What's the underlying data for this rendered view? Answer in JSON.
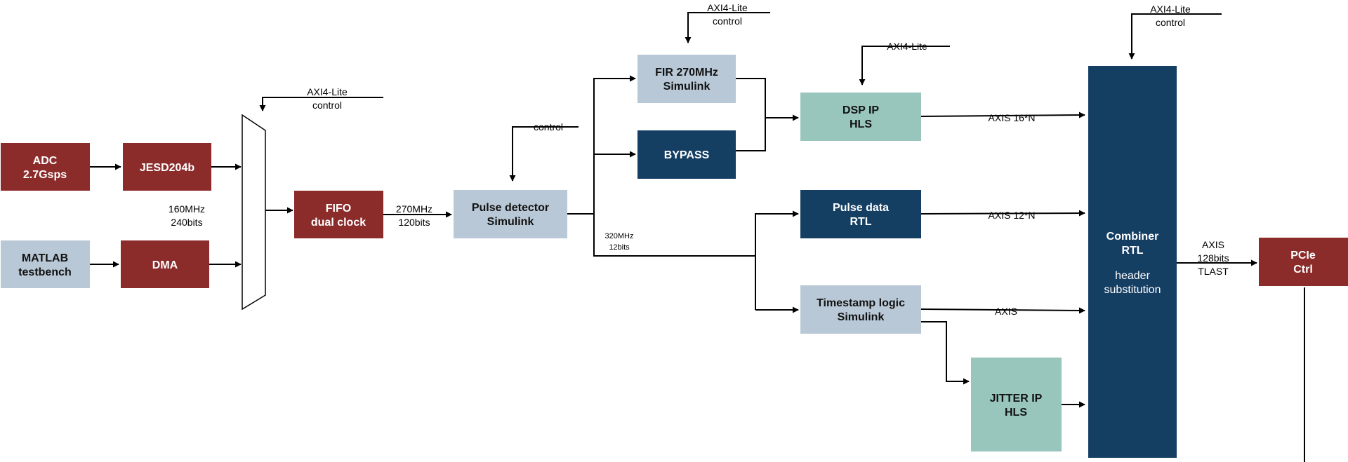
{
  "colors": {
    "red": "#8b2c2b",
    "navy": "#153e63",
    "gray": "#b9c8d6",
    "teal": "#98c6bd",
    "line": "#000000",
    "white": "#ffffff"
  },
  "blocks": {
    "adc": {
      "line1": "ADC",
      "line2": "2.7Gsps"
    },
    "jesd": {
      "line1": "JESD204b"
    },
    "matlab": {
      "line1": "MATLAB",
      "line2": "testbench"
    },
    "dma": {
      "line1": "DMA"
    },
    "fifo": {
      "line1": "FIFO",
      "line2": "dual clock"
    },
    "pulse_detector": {
      "line1": "Pulse detector",
      "line2": "Simulink"
    },
    "fir": {
      "line1": "FIR 270MHz",
      "line2": "Simulink"
    },
    "bypass": {
      "line1": "BYPASS"
    },
    "dsp_ip": {
      "line1": "DSP IP",
      "line2": "HLS"
    },
    "pulse_data": {
      "line1": "Pulse data",
      "line2": "RTL"
    },
    "timestamp": {
      "line1": "Timestamp logic",
      "line2": "Simulink"
    },
    "jitter": {
      "line1": "JITTER IP",
      "line2": "HLS"
    },
    "combiner": {
      "line1": "Combiner",
      "line2": "RTL",
      "line3": "header",
      "line4": "substitution"
    },
    "pcie": {
      "line1": "PCIe",
      "line2": "Ctrl"
    }
  },
  "labels": {
    "clk160_1": "160MHz",
    "clk160_2": "240bits",
    "clk270_1": "270MHz",
    "clk270_2": "120bits",
    "clk320_1": "320MHz",
    "clk320_2": "12bits",
    "axis16": "AXIS 16*N",
    "axis12": "AXIS 12*N",
    "axis": "AXIS",
    "axis128_1": "AXIS",
    "axis128_2": "128bits",
    "axis128_3": "TLAST",
    "mux_ctrl_1": "AXI4-Lite",
    "mux_ctrl_2": "control",
    "pd_ctrl": "control",
    "fir_ctrl_1": "AXI4-Lite",
    "fir_ctrl_2": "control",
    "dsp_ctrl": "AXI4-Lite",
    "comb_ctrl_1": "AXI4-Lite",
    "comb_ctrl_2": "control"
  }
}
